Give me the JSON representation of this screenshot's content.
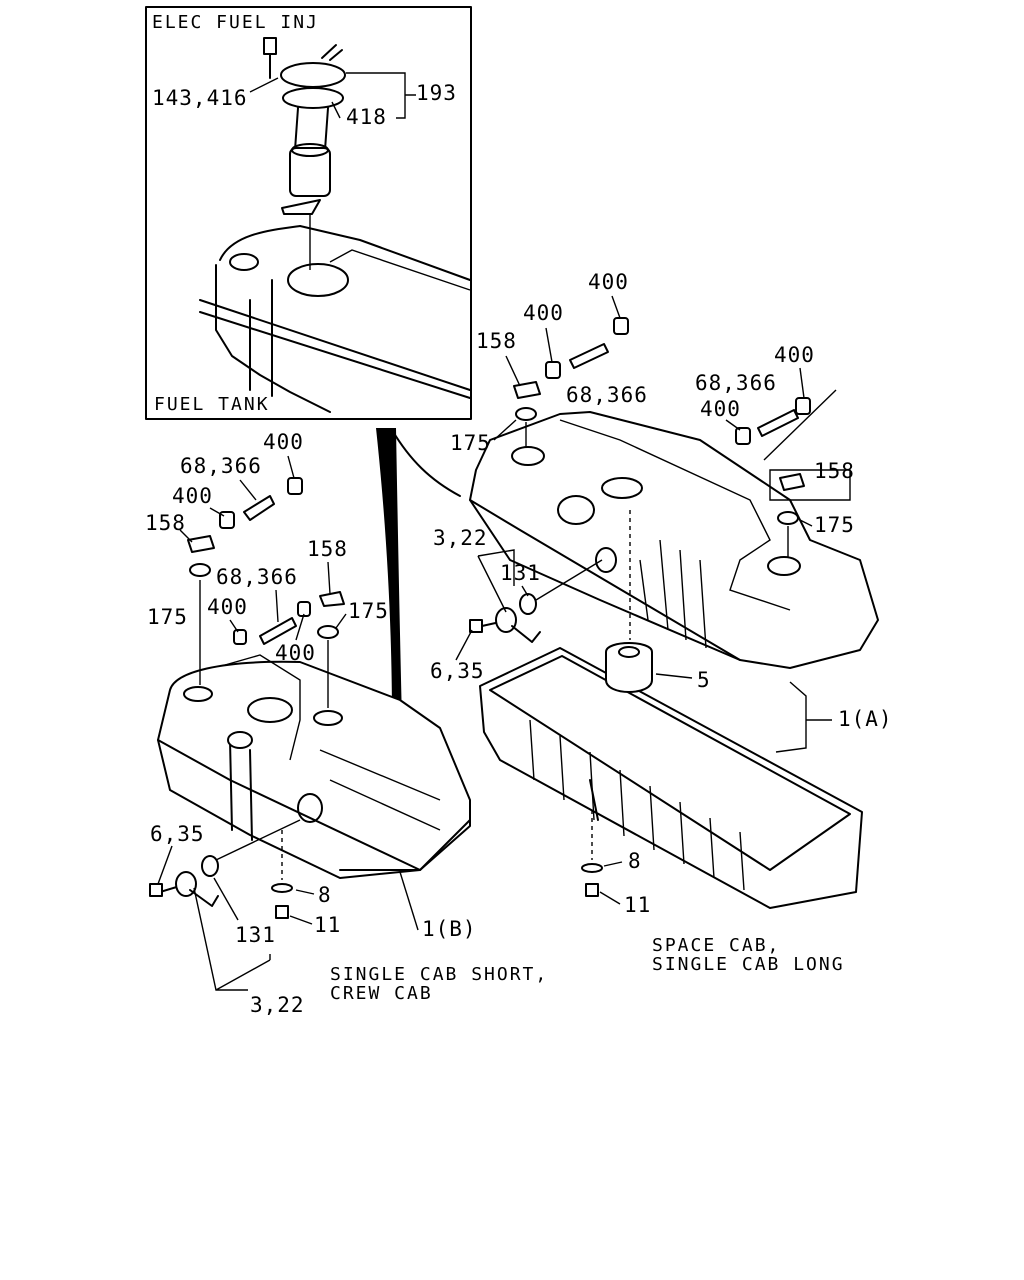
{
  "inset": {
    "title": "ELEC FUEL INJ",
    "fuel_tank": "FUEL TANK",
    "labels": {
      "l143_416": "143,416",
      "l193": "193",
      "l418": "418"
    }
  },
  "captions": {
    "left_line1": "SINGLE CAB SHORT,",
    "left_line2": "CREW CAB",
    "right_line1": "SPACE CAB,",
    "right_line2": "SINGLE CAB LONG"
  },
  "left_tank": {
    "l400_top": "400",
    "l68_366_top": "68,366",
    "l400_mid": "400",
    "l158_left": "158",
    "l175_left": "175",
    "l68_366_mid": "68,366",
    "l158_right": "158",
    "l400_low1": "400",
    "l175_right": "175",
    "l400_low2": "400",
    "l6_35": "6,35",
    "l131": "131",
    "l8": "8",
    "l11": "11",
    "l1B": "1(B)",
    "l3_22": "3,22"
  },
  "right_tank": {
    "l400_a": "400",
    "l400_b": "400",
    "l158": "158",
    "l68_366_a": "68,366",
    "l175_a": "175",
    "l400_c": "400",
    "l68_366_b": "68,366",
    "l400_d": "400",
    "l158_b": "158",
    "l175_b": "175",
    "l3_22": "3,22",
    "l131": "131",
    "l6_35": "6,35",
    "l5": "5",
    "l1A": "1(A)",
    "l8": "8",
    "l11": "11"
  }
}
